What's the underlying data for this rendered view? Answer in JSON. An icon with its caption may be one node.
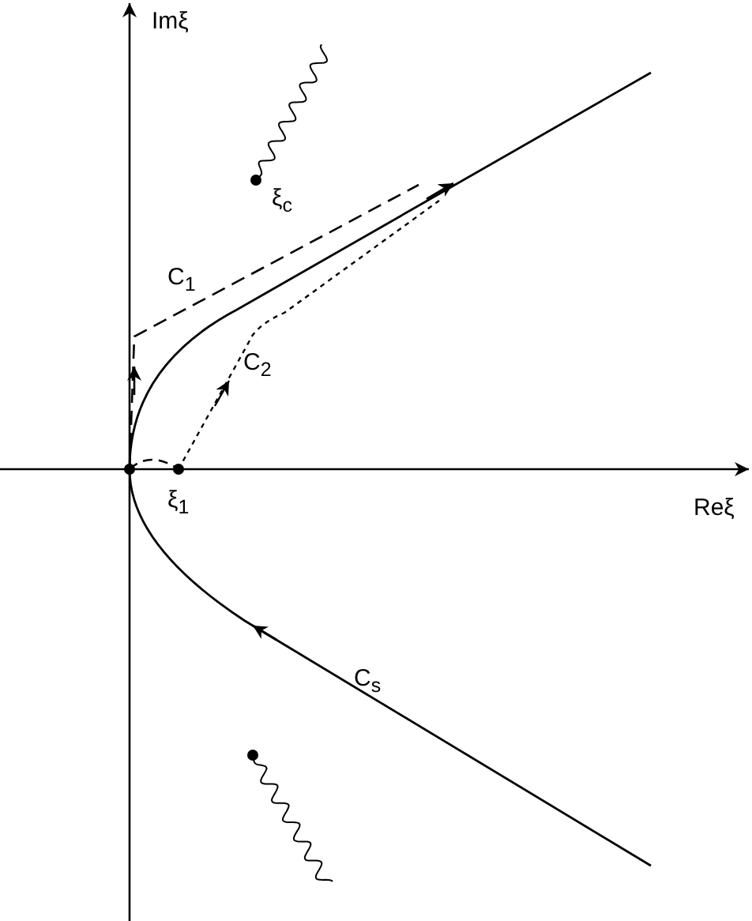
{
  "diagram": {
    "labels": [
      "Imξ",
      "ξ$_{c}$",
      "C$_{1}$",
      "C$_{2}$",
      "ξ$_{1}$",
      "Reξ",
      "C$_{s}$"
    ]
  }
}
